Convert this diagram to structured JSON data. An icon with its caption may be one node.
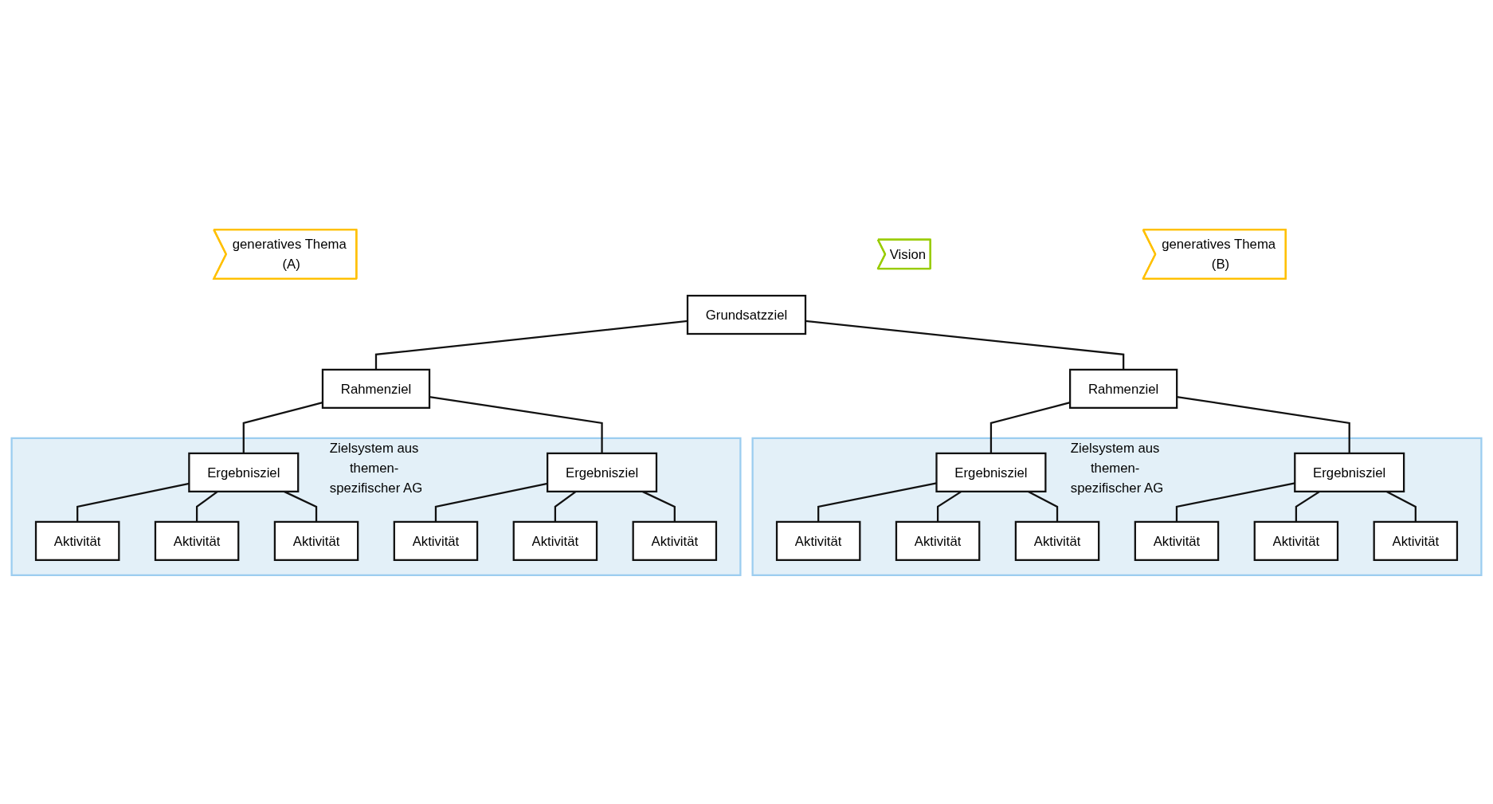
{
  "diagram": {
    "nodes": [
      {
        "text": [
          "Grundsatzziel"
        ]
      },
      {
        "text": [
          "Vision"
        ]
      },
      {
        "text": [
          "generatives Thema (A)"
        ]
      },
      {
        "text": [
          "Rahmenziel"
        ]
      },
      {
        "text": [
          "Rahmenziel"
        ]
      },
      {
        "text": [
          "generatives Thema (B)"
        ]
      },
      {
        "text": [
          "Zielsystem aus themen- spezifischer AG"
        ]
      },
      {
        "text": [
          "Ergebnisziel"
        ],
        "in": 6
      },
      {
        "text": [
          "Ergebnisziel"
        ],
        "in": 6
      },
      {
        "text": [
          "Aktivität"
        ],
        "in": 6
      },
      {
        "text": [
          "Aktivität"
        ],
        "in": 6
      },
      {
        "text": [
          "Aktivität"
        ],
        "in": 6
      },
      {
        "text": [
          "Aktivität"
        ],
        "in": 6
      },
      {
        "text": [
          "Aktivität"
        ],
        "in": 6
      },
      {
        "text": [
          "Aktivität"
        ],
        "in": 6
      },
      {
        "text": [
          "Zielsystem aus themen- spezifischer AG"
        ]
      },
      {
        "text": [
          "Ergebnisziel"
        ],
        "in": 15
      },
      {
        "text": [
          "Ergebnisziel"
        ],
        "in": 15
      },
      {
        "text": [
          "Aktivität"
        ],
        "in": 15
      },
      {
        "text": [
          "Aktivität"
        ],
        "in": 15
      },
      {
        "text": [
          "Aktivität"
        ],
        "in": 15
      },
      {
        "text": [
          "Aktivität"
        ],
        "in": 15
      },
      {
        "text": [
          "Aktivität"
        ],
        "in": 15
      },
      {
        "text": [
          "Aktivität"
        ],
        "in": 15
      }
    ],
    "edges": [
      {
        "from": 0,
        "to": 3,
        "arrow": "none"
      },
      {
        "from": 0,
        "to": 4,
        "arrow": "none"
      },
      {
        "from": 3,
        "to": 7,
        "arrow": "none"
      },
      {
        "from": 3,
        "to": 8,
        "arrow": "none"
      },
      {
        "from": 7,
        "to": 9,
        "arrow": "none"
      },
      {
        "from": 7,
        "to": 10,
        "arrow": "none"
      },
      {
        "from": 7,
        "to": 11,
        "arrow": "none"
      },
      {
        "from": 8,
        "to": 12,
        "arrow": "none"
      },
      {
        "from": 8,
        "to": 13,
        "arrow": "none"
      },
      {
        "from": 8,
        "to": 14,
        "arrow": "none"
      },
      {
        "from": 4,
        "to": 16,
        "arrow": "none"
      },
      {
        "from": 4,
        "to": 17,
        "arrow": "none"
      },
      {
        "from": 16,
        "to": 18,
        "arrow": "none"
      },
      {
        "from": 16,
        "to": 19,
        "arrow": "none"
      },
      {
        "from": 16,
        "to": 20,
        "arrow": "none"
      },
      {
        "from": 17,
        "to": 21,
        "arrow": "none"
      },
      {
        "from": 17,
        "to": 22,
        "arrow": "none"
      },
      {
        "from": 17,
        "to": 23,
        "arrow": "none"
      }
    ]
  }
}
